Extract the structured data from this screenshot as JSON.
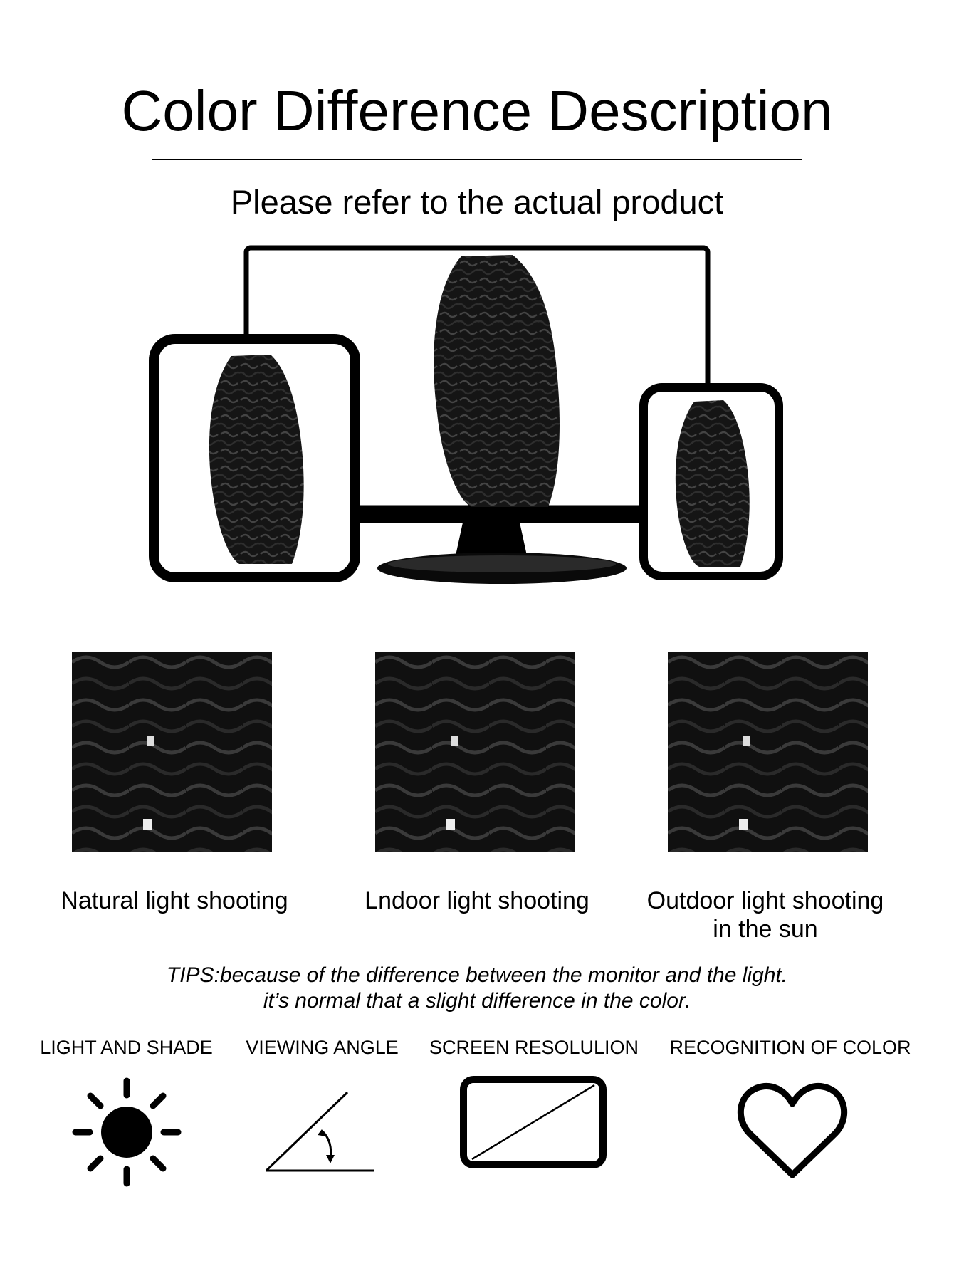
{
  "header": {
    "title": "Color Difference Description",
    "subtitle": "Please refer to the actual product"
  },
  "lighting": [
    {
      "caption": "Natural light shooting"
    },
    {
      "caption": "Lndoor light shooting"
    },
    {
      "caption": "Outdoor light shooting\nin the sun"
    }
  ],
  "tips": {
    "line1": "TIPS:because of the difference between the monitor and the light.",
    "line2": "it’s normal that a slight difference in the color."
  },
  "factors": [
    {
      "label": "LIGHT AND SHADE",
      "icon": "sun-icon"
    },
    {
      "label": "VIEWING ANGLE",
      "icon": "angle-icon"
    },
    {
      "label": "SCREEN RESOLULION",
      "icon": "screen-icon"
    },
    {
      "label": "RECOGNITION OF COLOR",
      "icon": "heart-icon"
    }
  ],
  "colors": {
    "ink": "#000000",
    "background": "#ffffff",
    "hair": "#121212"
  }
}
